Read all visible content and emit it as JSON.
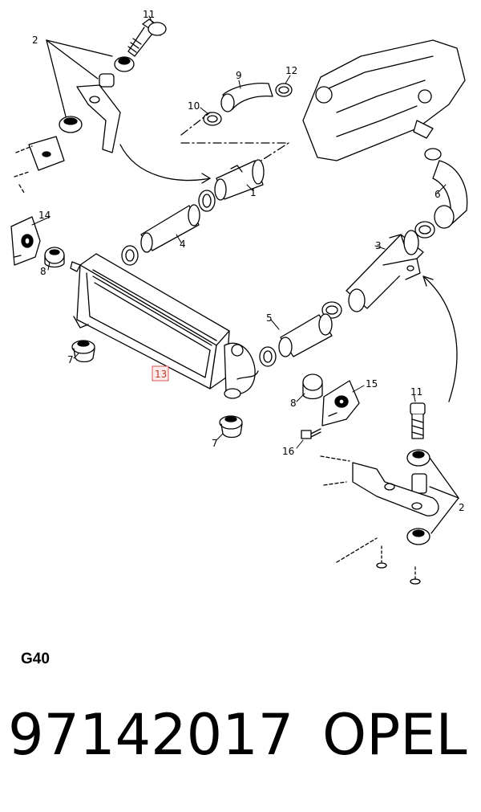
{
  "diagram": {
    "callouts": {
      "c1": "1",
      "c2a": "2",
      "c2b": "2",
      "c3": "3",
      "c4": "4",
      "c5": "5",
      "c6": "6",
      "c7a": "7",
      "c7b": "7",
      "c8a": "8",
      "c8b": "8",
      "c9": "9",
      "c10": "10",
      "c11a": "11",
      "c11b": "11",
      "c12": "12",
      "c13": "13",
      "c14": "14",
      "c15": "15",
      "c16": "16"
    },
    "highlight_color": "#d9534f"
  },
  "footer": {
    "section_code": "G40",
    "part_number": "97142017",
    "brand": "OPEL"
  }
}
